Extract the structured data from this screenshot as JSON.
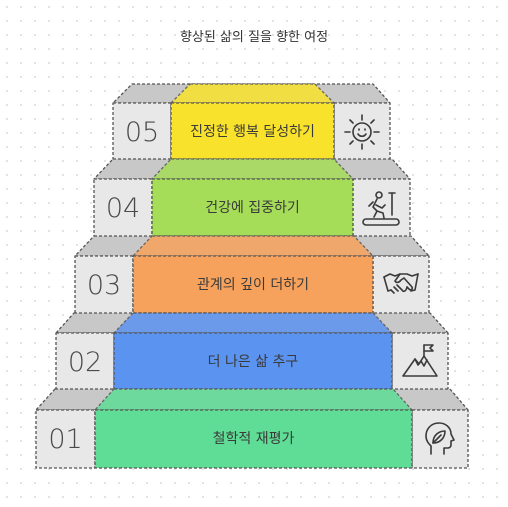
{
  "title": "향상된 삶의 질을 향한 여정",
  "steps": [
    {
      "number": "01",
      "label": "철학적 재평가",
      "color": "#5fdc95",
      "icon": "head-leaf-icon"
    },
    {
      "number": "02",
      "label": "더 나은 삶 추구",
      "color": "#5b93f0",
      "icon": "mountain-flag-icon"
    },
    {
      "number": "03",
      "label": "관계의 깊이 더하기",
      "color": "#f7a25c",
      "icon": "handshake-icon"
    },
    {
      "number": "04",
      "label": "건강에 집중하기",
      "color": "#a5dc58",
      "icon": "treadmill-runner-icon"
    },
    {
      "number": "05",
      "label": "진정한 행복 달성하기",
      "color": "#f9e22c",
      "icon": "smiling-sun-icon"
    }
  ],
  "colors": {
    "block_face": "#e8e8e8",
    "block_top": "#c8c8c8",
    "block_side": "#b0b0b0",
    "outline": "#555555"
  }
}
